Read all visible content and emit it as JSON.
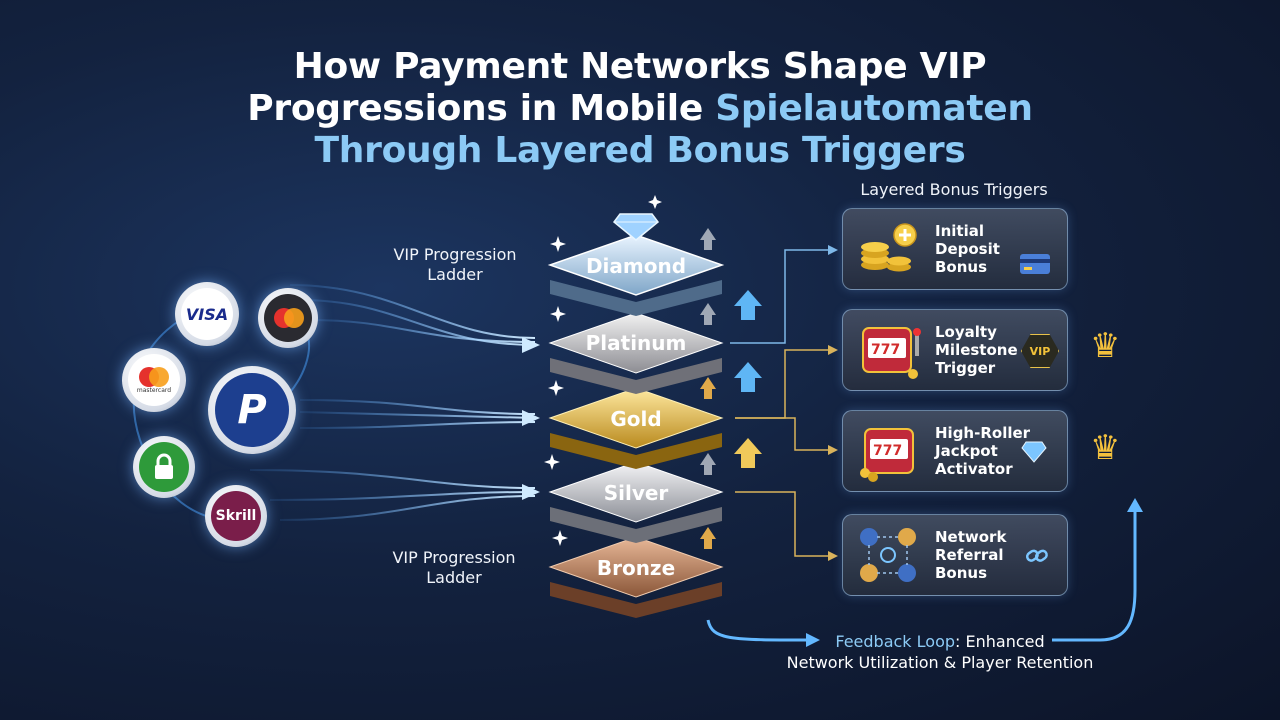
{
  "title": {
    "line1": "How Payment Networks Shape VIP",
    "line2_plain": "Progressions in Mobile ",
    "line2_highlight": "Spielautomaten",
    "line3": "Through Layered Bonus Triggers"
  },
  "ladder": {
    "label_top": "VIP Progression Ladder",
    "label_bottom": "VIP Progression Ladder",
    "tiers": [
      "Diamond",
      "Platinum",
      "Gold",
      "Silver",
      "Bronze"
    ]
  },
  "payment_methods": {
    "visa": "VISA",
    "mastercard_caption": "mastercard",
    "skrill": "Skrill"
  },
  "triggers": {
    "heading": "Layered Bonus Triggers",
    "cards": [
      {
        "label": "Initial Deposit Bonus"
      },
      {
        "label": "Loyalty Milestone Trigger",
        "badge": "VIP"
      },
      {
        "label": "High-Roller Jackpot Activator"
      },
      {
        "label": "Network Referral Bonus"
      }
    ]
  },
  "feedback": {
    "highlight": "Feedback Loop",
    "rest_line1": ": Enhanced",
    "line2": "Network Utilization & Player Retention"
  },
  "icons": [
    "diamond-icon",
    "coins-icon",
    "card-icon",
    "slot-machine-icon",
    "vip-badge-icon",
    "gem-icon",
    "crown-icon",
    "network-icon",
    "link-icon",
    "lock-icon",
    "paypal-icon",
    "arrow-up-icon"
  ],
  "colors": {
    "accent": "#8ccaf5",
    "gold": "#e8c24a",
    "connector": "#d9b35b",
    "beam": "#63b8ff"
  }
}
